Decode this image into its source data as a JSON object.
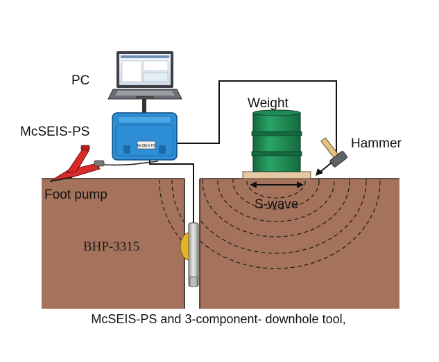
{
  "labels": {
    "pc": "PC",
    "mcseis": "McSEIS-PS",
    "foot_pump": "Foot pump",
    "weight": "Weight",
    "hammer": "Hammer",
    "s_wave": "S-wave",
    "borehole": "BHP-3315",
    "device_badge": "McSEIS-PS"
  },
  "caption": "McSEIS-PS and 3-component- downhole tool,",
  "colors": {
    "ground": "#a5735b",
    "ground_edge": "#3a2a20",
    "drum": "#1f8a56",
    "case": "#2f8fd6",
    "sleeper": "#e6c9a3",
    "pump": "#d92a2a",
    "probe": "#e3b32a"
  }
}
